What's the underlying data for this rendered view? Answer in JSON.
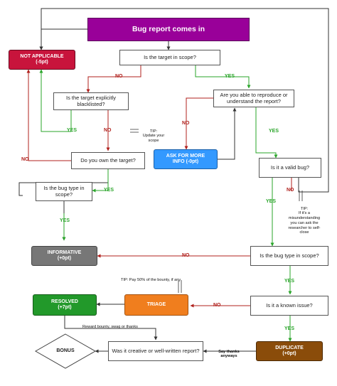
{
  "title": "Bug report comes in",
  "questions": {
    "q1": "Is the target in scope?",
    "q2": "Is the target explicitly blacklisted?",
    "q3": "Are you able to reproduce or understand the report?",
    "q4": "Do you own the target?",
    "q5": "Is it a valid bug?",
    "q6": "Is the bug type in scope?",
    "q7": "Is the bug type in scope?",
    "q8": "Is it a known issue?",
    "q9": "Was it creative or well-written report?"
  },
  "outcomes": {
    "not_applicable": {
      "label": "NOT APPLICABLE",
      "points": "(-5pt)",
      "color": "#c8143c"
    },
    "ask_more_info": {
      "label": "ASK FOR MORE",
      "points": "INFO (-0pt)",
      "color": "#3399ff"
    },
    "informative": {
      "label": "INFORMATIVE",
      "points": "(+0pt)",
      "color": "#777777"
    },
    "resolved": {
      "label": "RESOLVED",
      "points": "(+7pt)",
      "color": "#22992a"
    },
    "triage": {
      "label": "TRIAGE",
      "color": "#f07e1e"
    },
    "duplicate": {
      "label": "DUPLICATE",
      "points": "(+0pt)",
      "color": "#8a4c0a"
    },
    "bonus": {
      "label": "BONUS"
    }
  },
  "answers": {
    "yes": "YES",
    "no": "NO"
  },
  "notes": {
    "tip_update_scope": "TIP:\nUpdate your\nscope",
    "tip_misunderstanding": "TIP:\nIf it's a\nmisunderstanding\nyou can ask the\nresearcher to self-\nclose",
    "tip_pay_bounty": "TIP: Pay 50% of the bounty, if any",
    "reward": "Reward  bounty, swag or thanks",
    "say_thanks": "Say thanks\nanyways"
  },
  "colors": {
    "title_bg": "#990099",
    "yes": "#2aa52a",
    "no": "#b0201c",
    "line": "#333333"
  }
}
